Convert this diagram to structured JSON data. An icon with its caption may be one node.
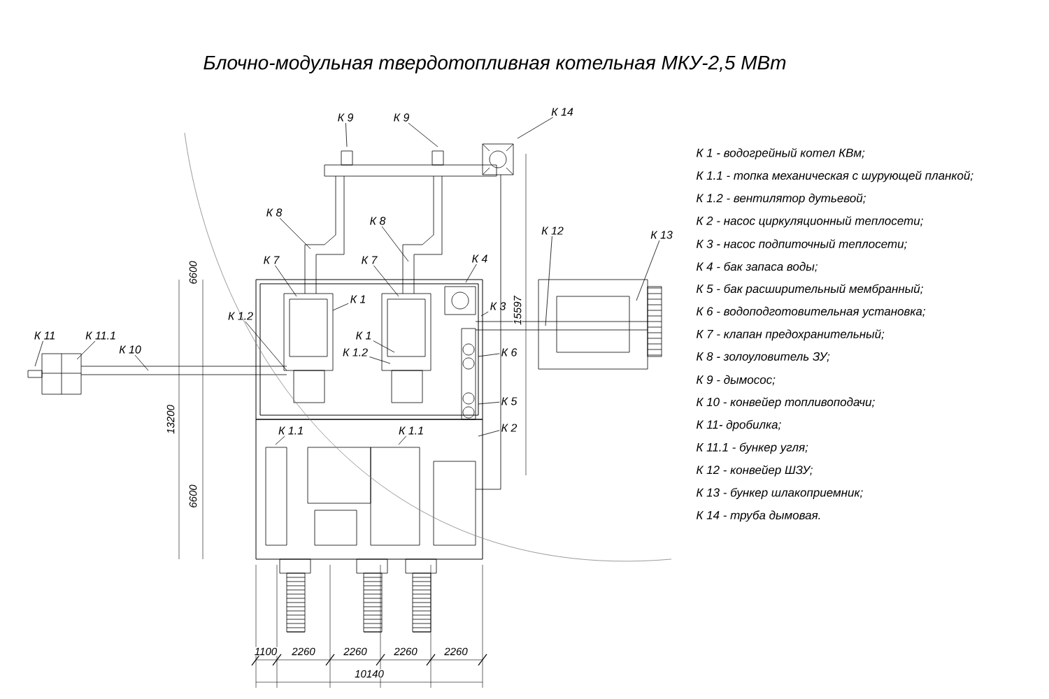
{
  "diagram": {
    "title": "Блочно-модульная твердотопливная котельная МКУ-2,5 МВт",
    "nodes": [
      {
        "text": [
          "К 9"
        ]
      },
      {
        "text": [
          "К 9"
        ]
      },
      {
        "text": [
          "К 14"
        ]
      },
      {
        "text": [
          "К 8"
        ]
      },
      {
        "text": [
          "К 8"
        ]
      },
      {
        "text": [
          "К 7"
        ]
      },
      {
        "text": [
          "К 7"
        ]
      },
      {
        "text": [
          "К 1"
        ]
      },
      {
        "text": [
          "К 1"
        ]
      },
      {
        "text": [
          "К 1.2"
        ]
      },
      {
        "text": [
          "К 1.2"
        ]
      },
      {
        "text": [
          "К 4"
        ]
      },
      {
        "text": [
          "К 3"
        ]
      },
      {
        "text": [
          "К 6"
        ]
      },
      {
        "text": [
          "К 5"
        ]
      },
      {
        "text": [
          "К 2"
        ]
      },
      {
        "text": [
          "К 1.1"
        ]
      },
      {
        "text": [
          "К 1.1"
        ]
      },
      {
        "text": [
          "К 11"
        ]
      },
      {
        "text": [
          "К 11.1"
        ]
      },
      {
        "text": [
          "К 10"
        ]
      },
      {
        "text": [
          "К 12"
        ]
      },
      {
        "text": [
          "К 13"
        ]
      }
    ],
    "edges": [
      {
        "from": 0,
        "to": null,
        "arrow": "none"
      },
      {
        "from": 1,
        "to": null,
        "arrow": "none"
      },
      {
        "from": 2,
        "to": null,
        "arrow": "none"
      },
      {
        "from": 3,
        "to": null,
        "arrow": "none"
      },
      {
        "from": 4,
        "to": null,
        "arrow": "none"
      },
      {
        "from": 5,
        "to": null,
        "arrow": "none"
      },
      {
        "from": 6,
        "to": null,
        "arrow": "none"
      },
      {
        "from": 7,
        "to": null,
        "arrow": "none"
      },
      {
        "from": 8,
        "to": null,
        "arrow": "none"
      },
      {
        "from": 9,
        "to": null,
        "arrow": "none"
      },
      {
        "from": 10,
        "to": null,
        "arrow": "none"
      },
      {
        "from": 11,
        "to": null,
        "arrow": "none"
      },
      {
        "from": 12,
        "to": null,
        "arrow": "none"
      },
      {
        "from": 13,
        "to": null,
        "arrow": "none"
      },
      {
        "from": 14,
        "to": null,
        "arrow": "none"
      },
      {
        "from": 15,
        "to": null,
        "arrow": "none"
      },
      {
        "from": 16,
        "to": null,
        "arrow": "none"
      },
      {
        "from": 17,
        "to": null,
        "arrow": "none"
      },
      {
        "from": 18,
        "to": null,
        "arrow": "none"
      },
      {
        "from": 19,
        "to": null,
        "arrow": "none"
      },
      {
        "from": 20,
        "to": null,
        "arrow": "none"
      },
      {
        "from": 21,
        "to": null,
        "arrow": "none"
      },
      {
        "from": 22,
        "to": null,
        "arrow": "none"
      }
    ],
    "labels": [
      "К 1 - водогрейный котел КВм;",
      "К 1.1 - топка механическая с шурующей планкой;",
      "К 1.2 - вентилятор дутьевой;",
      "К 2 - насос циркуляционный теплосети;",
      "К 3 - насос подпиточный теплосети;",
      "К 4 - бак запаса воды;",
      "К 5 - бак расширительный мембранный;",
      "К 6 - водоподготовительная установка;",
      "К 7 - клапан предохранительный;",
      "К 8 - золоуловитель ЗУ;",
      "К 9 - дымосос;",
      "К 10 - конвейер топливоподачи;",
      "К 11- дробилка;",
      "К 11.1 - бункер угля;",
      "К 12 - конвейер ШЗУ;",
      "К 13 - бункер шлакоприемник;",
      "К 14 - труба дымовая.",
      "6600",
      "15597",
      "13200",
      "6600",
      "1100",
      "2260",
      "2260",
      "2260",
      "2260",
      "10140"
    ]
  }
}
